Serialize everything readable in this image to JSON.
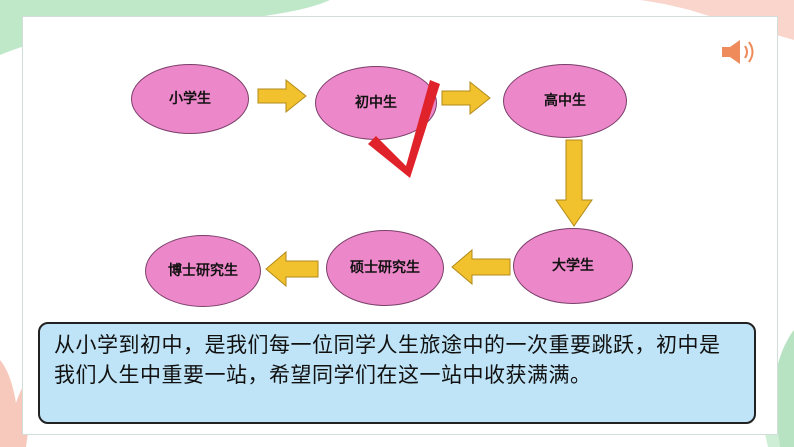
{
  "nodes": {
    "primary": "小学生",
    "junior": "初中生",
    "senior": "高中生",
    "college": "大学生",
    "master": "硕士研究生",
    "doctor": "博士研究生"
  },
  "caption": "从小学到初中，是我们每一位同学人生旅途中的一次重要跳跃，初中是我们人生中重要一站，希望同学们在这一站中收获满满。",
  "colors": {
    "node_fill": "#ec87c9",
    "arrow_fill": "#f2c12e",
    "check_mark": "#e0232b",
    "caption_bg": "#bfe4f7",
    "corner_green": "#bfe8c9",
    "corner_pink": "#f9d5cc"
  },
  "icons": {
    "speaker": "speaker-icon",
    "check": "check-mark-icon"
  }
}
